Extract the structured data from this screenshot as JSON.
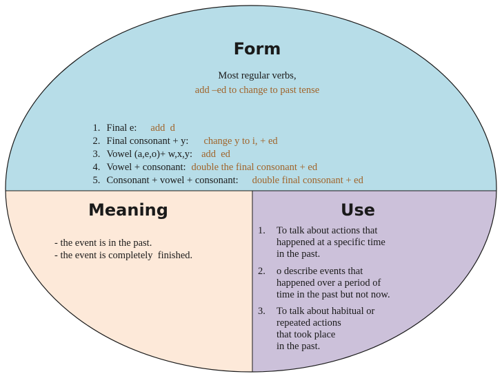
{
  "colors": {
    "form_bg": "#b7dde8",
    "meaning_bg": "#fde9d9",
    "use_bg": "#ccc1da",
    "outline": "#1a1a1a",
    "accent_text": "#a0642a"
  },
  "form": {
    "title": "Form",
    "intro_line1": "Most regular verbs,",
    "intro_line2": "add –ed to change to past tense",
    "rules": [
      {
        "num": "1.",
        "text": "Final e:",
        "action": "add  d"
      },
      {
        "num": "2.",
        "text": "Final consonant + y:",
        "action": "change y to i, + ed"
      },
      {
        "num": "3.",
        "text": "Vowel (a,e,o)+ w,x,y:",
        "action": "add  ed"
      },
      {
        "num": "4.",
        "text": "Vowel + consonant:",
        "action": "double the final consonant + ed"
      },
      {
        "num": "5.",
        "text": "Consonant + vowel + consonant:",
        "action": "double final consonant + ed"
      }
    ]
  },
  "meaning": {
    "title": "Meaning",
    "items": [
      "- the event is in the past.",
      "- the event is completely  finished."
    ]
  },
  "use": {
    "title": "Use",
    "items": [
      {
        "num": "1.",
        "lines": [
          "To talk about actions that",
          "happened at a specific time",
          "in the past."
        ]
      },
      {
        "num": "2.",
        "lines": [
          "o describe events that",
          "happened over a period of",
          "time in the past but not now."
        ]
      },
      {
        "num": "3.",
        "lines": [
          "To talk about habitual or",
          "repeated actions",
          "that took place",
          "in the past."
        ]
      }
    ]
  }
}
